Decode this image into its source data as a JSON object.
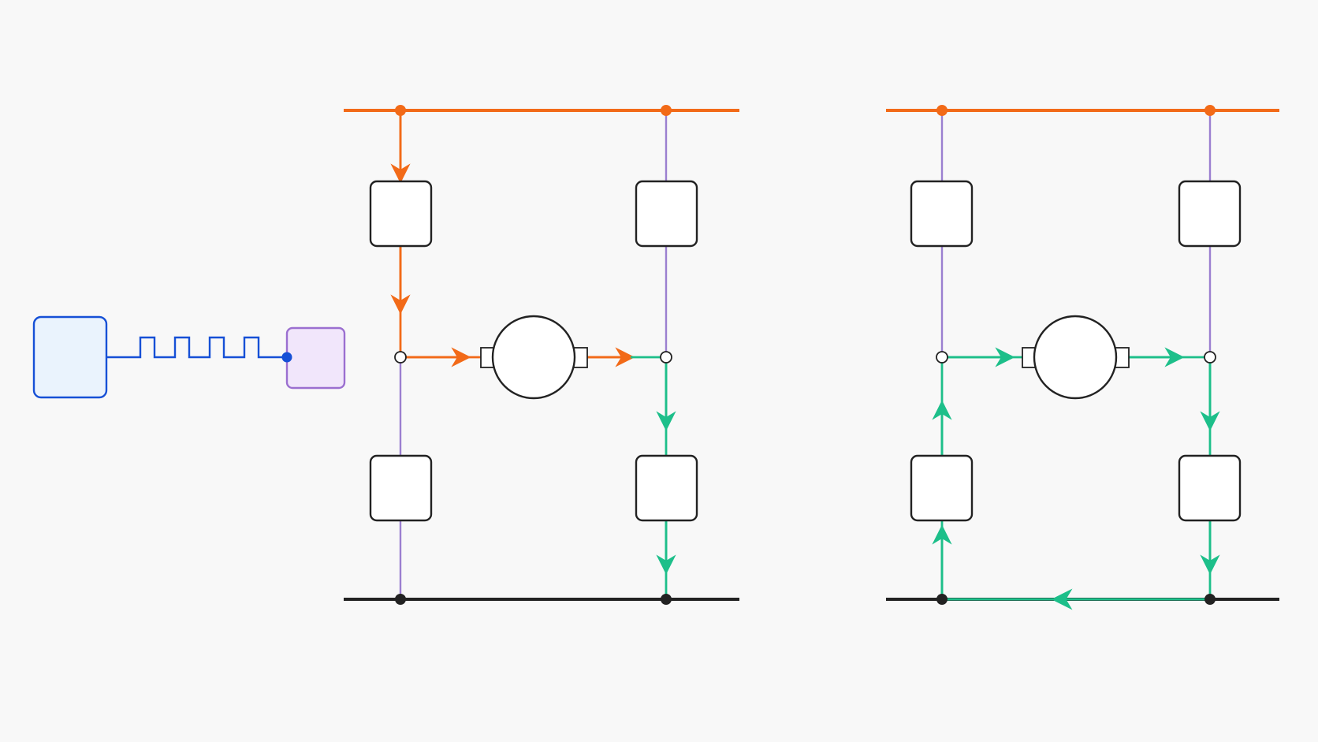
{
  "colors": {
    "background": "#f8f8f8",
    "supply_rail": "#f26a18",
    "ground_rail": "#222222",
    "idle_wire": "#9b7fd0",
    "drive_current": "#f26a18",
    "return_current": "#1dbf8a",
    "pwm_signal": "#1650d6",
    "controller_fill": "#eaf3fd",
    "controller_stroke": "#1650d6",
    "driver_fill": "#f1e6fb",
    "driver_stroke": "#9b6fd0",
    "switch_stroke": "#222222",
    "motor_stroke": "#222222"
  },
  "controller": {
    "icon": "controller-block"
  },
  "driver": {
    "icon": "gate-driver-block"
  },
  "pwm": {
    "icon": "square-wave",
    "pulses": 4
  },
  "bridges": [
    {
      "id": "left",
      "supply_taps": [
        "filled",
        "filled"
      ],
      "ground_taps": [
        "filled",
        "filled"
      ],
      "motor_node_marks": [
        "open",
        "open"
      ],
      "current_path": [
        "top-left-switch",
        "motor",
        "bottom-right-switch"
      ],
      "left_leg": [
        "drive",
        "drive",
        "idle",
        "idle"
      ],
      "right_leg": [
        "idle",
        "idle",
        "return",
        "return"
      ],
      "motor_inputs": [
        "drive",
        "drive+return"
      ],
      "ground_return": "none"
    },
    {
      "id": "right",
      "supply_taps": [
        "filled",
        "filled"
      ],
      "ground_taps": [
        "filled",
        "filled"
      ],
      "motor_node_marks": [
        "open",
        "open"
      ],
      "current_path": [
        "bottom-left-switch",
        "motor",
        "bottom-right-switch",
        "ground-rail"
      ],
      "left_leg": [
        "idle",
        "idle",
        "return",
        "return"
      ],
      "right_leg": [
        "idle",
        "idle",
        "return",
        "return"
      ],
      "motor_inputs": [
        "return",
        "return"
      ],
      "ground_return": "right-to-left"
    }
  ]
}
